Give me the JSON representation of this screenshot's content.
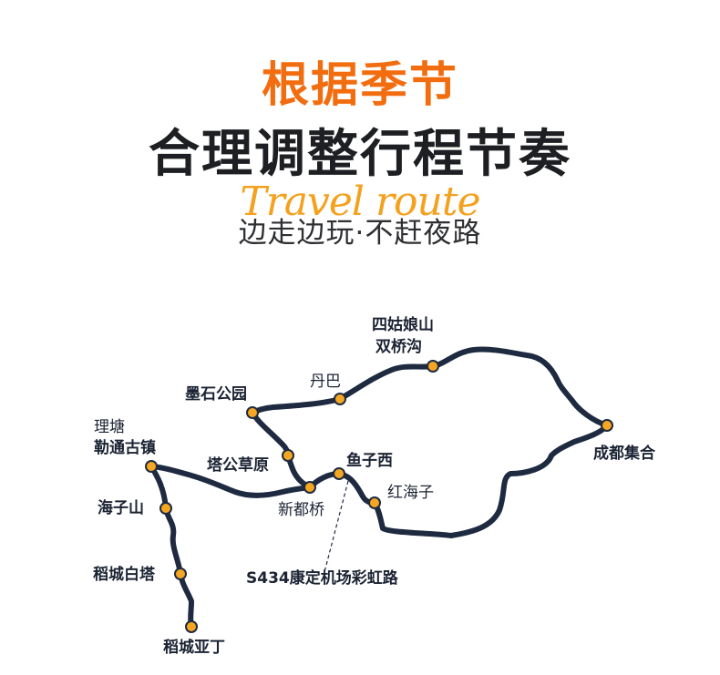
{
  "header": {
    "title_line1": "根据季节",
    "title_line2": "合理调整行程节奏",
    "script_text": "Travel route",
    "tagline": "边走边玩·不赶夜路"
  },
  "places": {
    "siguniang": "四姑娘山",
    "shuangqiaogou": "双桥沟",
    "danba": "丹巴",
    "moshi_park": "墨石公园",
    "litang": "理塘",
    "letong": "勒通古镇",
    "tagong": "塔公草原",
    "yuzixi": "鱼子西",
    "chengdu": "成都集合",
    "hongyizi": "红海子",
    "xindu_bridge": "新都桥",
    "haizishan": "海子山",
    "rainbow_road": "S434康定机场彩虹路",
    "baita": "稻城白塔",
    "yading": "稻城亚丁"
  },
  "colors": {
    "route": "#1e2a40",
    "marker_fill": "#f5a623",
    "marker_stroke": "#1e2a40",
    "title_accent": "#f26d0f",
    "script_accent": "#f4a11d",
    "text_dark": "#1d1f22"
  }
}
